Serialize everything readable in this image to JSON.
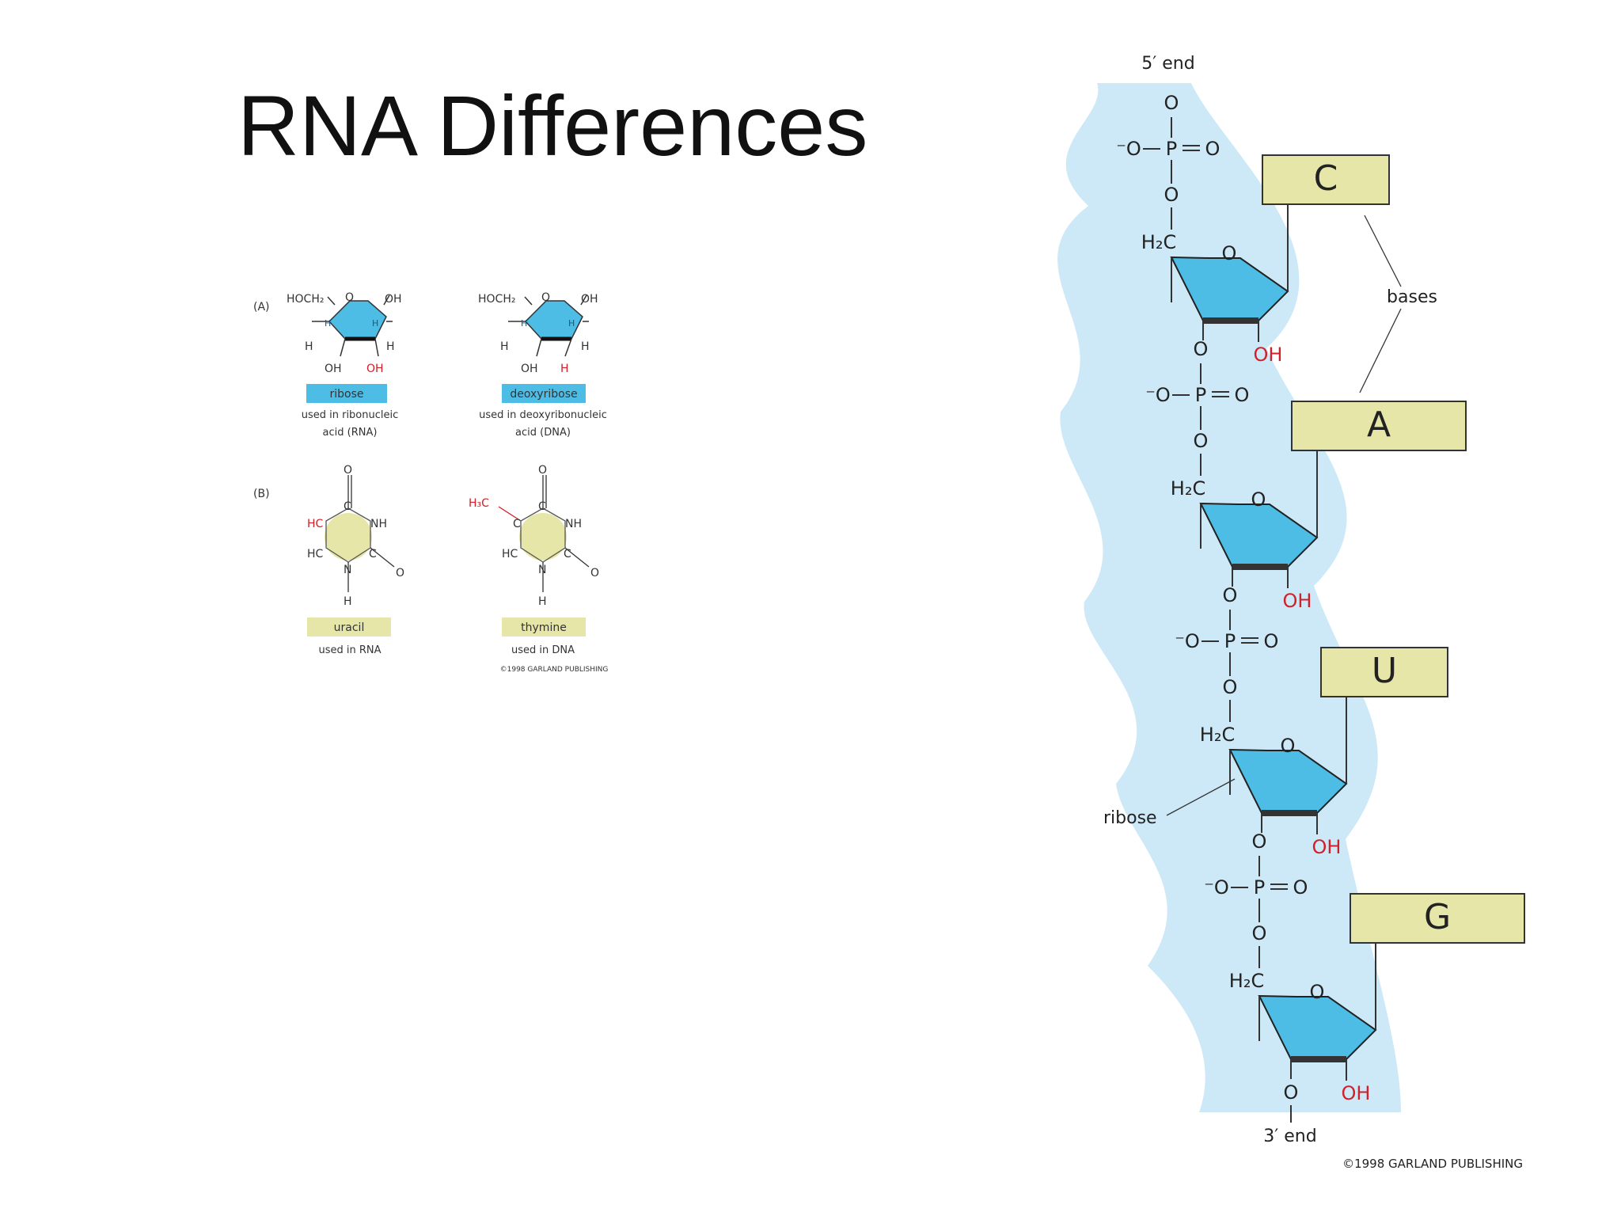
{
  "slide": {
    "title": "RNA Differences"
  },
  "colors": {
    "sugar": "#4dbde6",
    "base": "#e6e6a8",
    "backbone": "#cde9f7",
    "red": "#d0202a",
    "ink": "#222222"
  },
  "left_figure": {
    "panel_a_label": "(A)",
    "panel_b_label": "(B)",
    "ribose": {
      "top_left": "HOCH₂",
      "top_o": "O",
      "top_right": "OH",
      "ring_h_left": "H",
      "ring_h_right": "H",
      "h_left": "H",
      "h_right": "H",
      "bottom_left": "OH",
      "bottom_right": "OH",
      "name": "ribose",
      "caption_1": "used in ribonucleic",
      "caption_2": "acid (RNA)"
    },
    "deoxyribose": {
      "top_left": "HOCH₂",
      "top_o": "O",
      "top_right": "OH",
      "ring_h_left": "H",
      "ring_h_right": "H",
      "h_left": "H",
      "h_right": "H",
      "bottom_left": "OH",
      "bottom_right": "H",
      "name": "deoxyribose",
      "caption_1": "used in deoxyribonucleic",
      "caption_2": "acid (DNA)"
    },
    "uracil": {
      "top_o": "O",
      "c_top": "C",
      "nh": "NH",
      "hc_top": "HC",
      "hc_bottom": "HC",
      "c_right": "C",
      "o_right": "O",
      "n_bottom": "N",
      "h_bottom": "H",
      "name": "uracil",
      "caption": "used in RNA"
    },
    "thymine": {
      "methyl": "H₃C",
      "top_o": "O",
      "c_top": "C",
      "nh": "NH",
      "c_left": "C",
      "hc_bottom": "HC",
      "c_right": "C",
      "o_right": "O",
      "n_bottom": "N",
      "h_bottom": "H",
      "name": "thymine",
      "caption": "used in DNA",
      "copyright": "©1998 GARLAND PUBLISHING"
    }
  },
  "right_figure": {
    "five_end": "5′ end",
    "three_end": "3′ end",
    "bases_label": "bases",
    "ribose_label": "ribose",
    "phosphate": {
      "o": "O",
      "p": "P",
      "o_minus": "⁻O",
      "eq_o": "O"
    },
    "h2c": "H₂C",
    "ring_o": "O",
    "oh": "OH",
    "nucleotides": [
      {
        "base": "C"
      },
      {
        "base": "A"
      },
      {
        "base": "U"
      },
      {
        "base": "G"
      }
    ],
    "copyright": "©1998 GARLAND PUBLISHING"
  }
}
